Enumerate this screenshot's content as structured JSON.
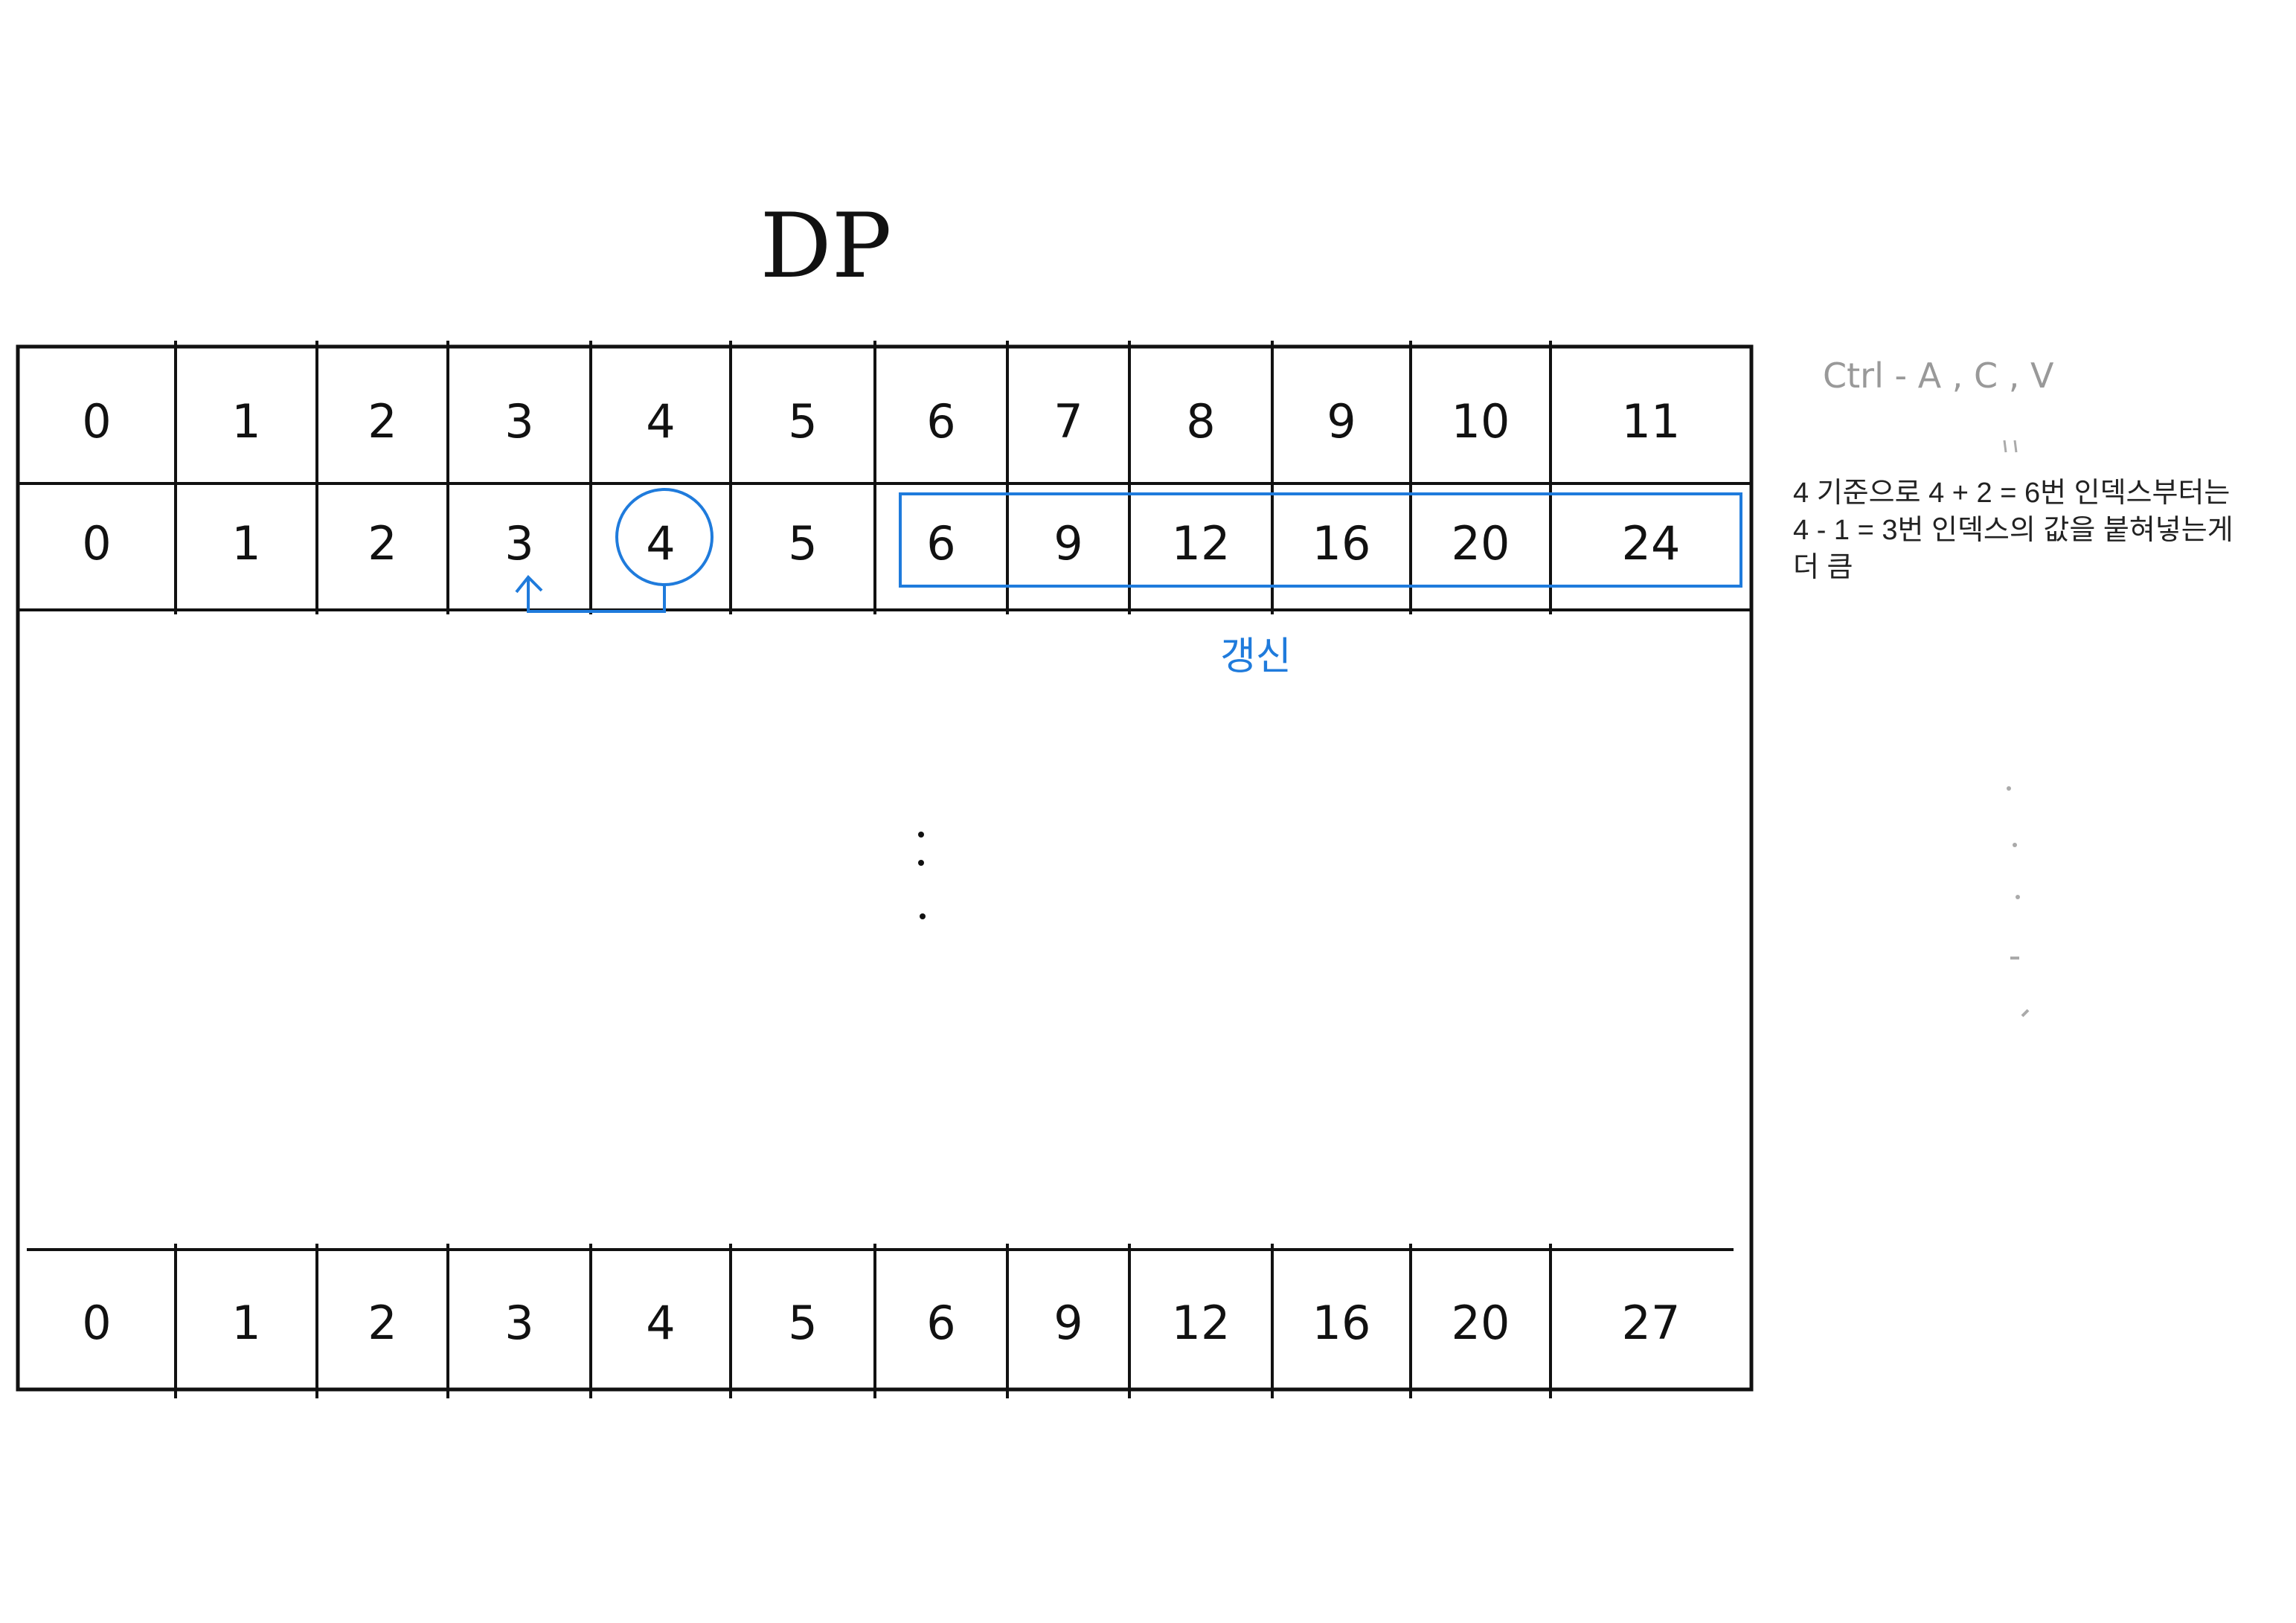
{
  "title": "DP",
  "columns": [
    "0",
    "1",
    "2",
    "3",
    "4",
    "5",
    "6",
    "7",
    "8",
    "9",
    "10",
    "11"
  ],
  "before_row": [
    "0",
    "1",
    "2",
    "3",
    "4",
    "5",
    "6",
    "9",
    "12",
    "16",
    "20",
    "24"
  ],
  "after_row": [
    "0",
    "1",
    "2",
    "3",
    "4",
    "5",
    "6",
    "9",
    "12",
    "16",
    "20",
    "27"
  ],
  "ellipsis": ":\n.",
  "update_label": "갱신",
  "shortcut_note": "Ctrl - A , C , V",
  "explanation": {
    "line1": "4 기준으로 4 + 2 = 6번 인덱스부터는",
    "line2": "4 - 1 = 3번 인덱스의 값을 붙혀넣는게",
    "line3": "더 큼"
  },
  "colors": {
    "ink": "#111111",
    "highlight": "#1f7bdc",
    "pencil": "#999999"
  }
}
